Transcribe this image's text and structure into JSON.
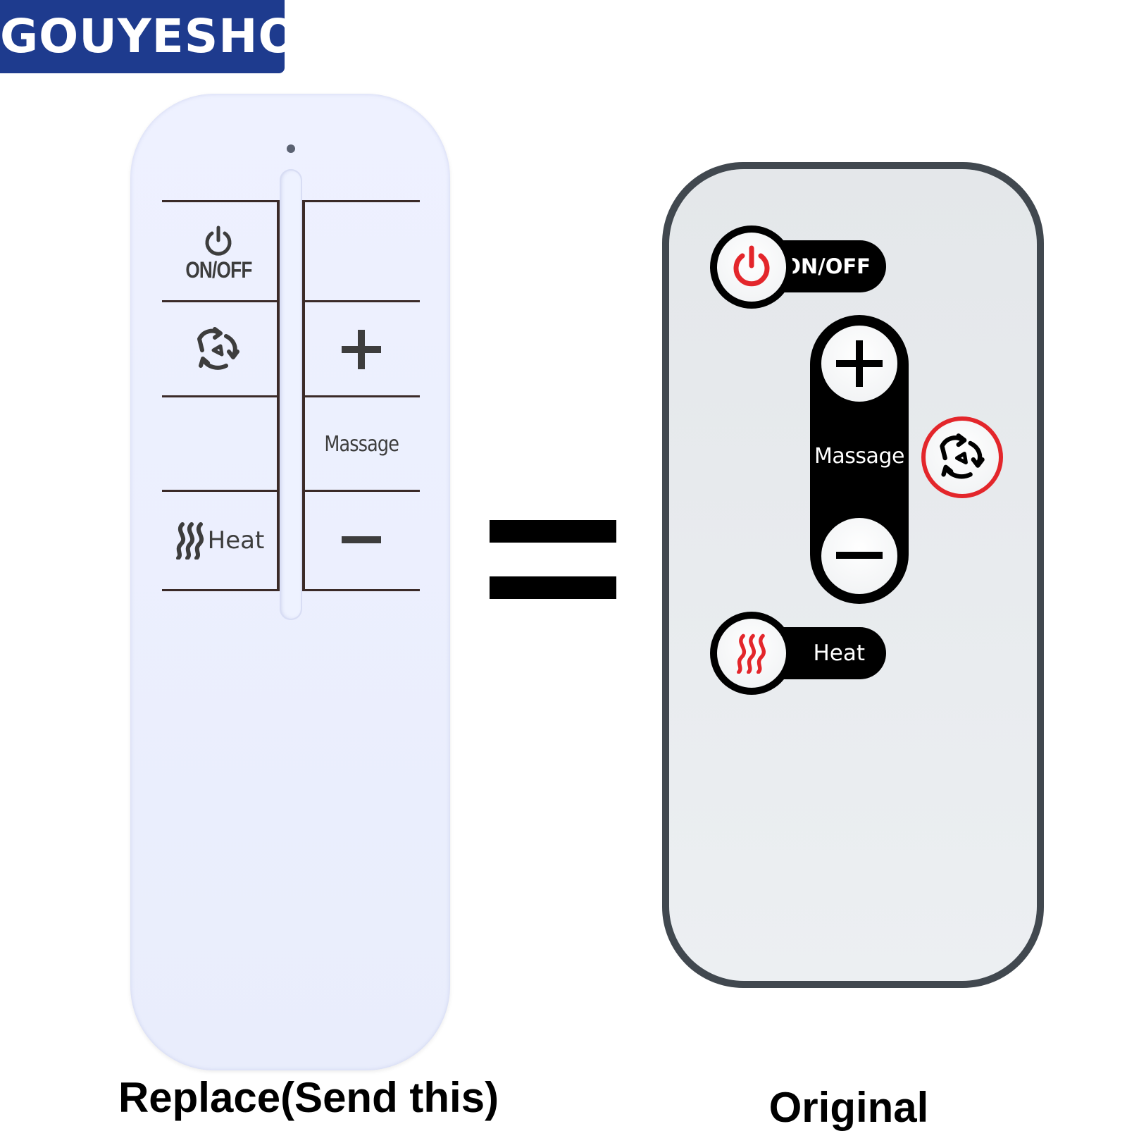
{
  "brand": {
    "name": "GOUYESHO",
    "color": "#1e3b8e"
  },
  "replacement_remote": {
    "buttons": {
      "power_label": "ON/OFF",
      "power_icon": "power-icon",
      "mode_icon": "recycle-arrows-icon",
      "plus_icon": "plus-icon",
      "massage_label": "Massage",
      "heat_label": "Heat",
      "heat_icon": "heat-waves-icon",
      "minus_icon": "minus-icon"
    },
    "caption": "Replace(Send this)"
  },
  "original_remote": {
    "buttons": {
      "power_label": "ON/OFF",
      "power_icon": "power-icon",
      "plus_icon": "plus-icon",
      "massage_label": "Massage",
      "mode_icon": "recycle-arrows-icon",
      "minus_icon": "minus-icon",
      "heat_label": "Heat",
      "heat_icon": "heat-waves-icon"
    },
    "accent_color": "#e3262b",
    "caption": "Original"
  }
}
